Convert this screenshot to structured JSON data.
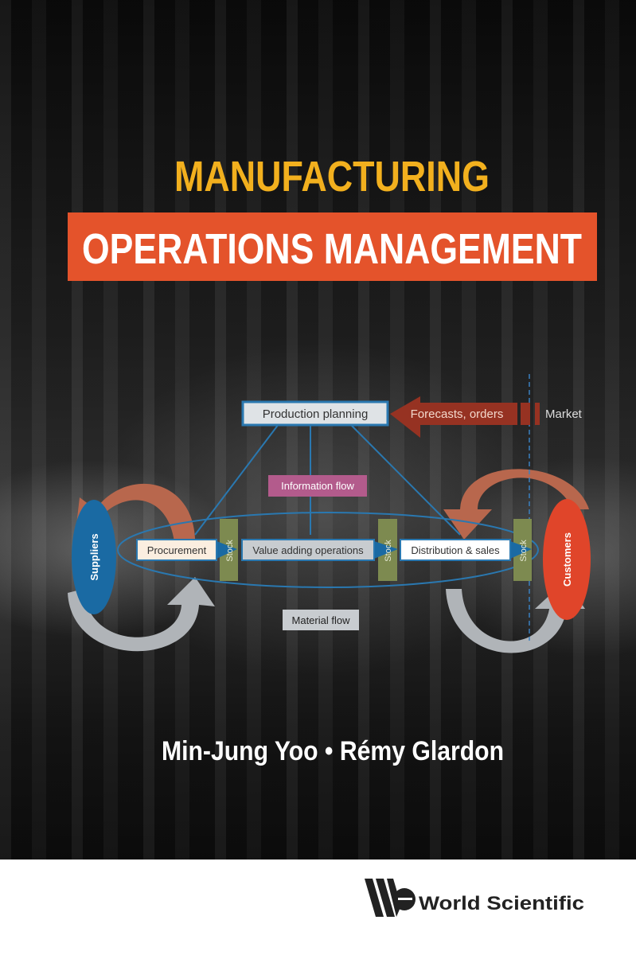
{
  "title": {
    "line1": "MANUFACTURING",
    "line2": "OPERATIONS MANAGEMENT"
  },
  "diagram": {
    "planning": "Production planning",
    "forecasts": "Forecasts, orders",
    "market": "Market",
    "information_flow": "Information flow",
    "material_flow": "Material flow",
    "suppliers": "Suppliers",
    "customers": "Customers",
    "procurement": "Procurement",
    "value_adding": "Value adding operations",
    "distribution": "Distribution & sales",
    "stock": "Stock"
  },
  "authors": "Min-Jung Yoo • Rémy Glardon",
  "publisher": "World Scientific",
  "colors": {
    "title_yellow": "#f2b01e",
    "title_band": "#e4532b",
    "suppliers": "#1a6aa3",
    "customers": "#e0452a",
    "stock": "#7d8a50",
    "info_flow": "#b35b8c"
  }
}
